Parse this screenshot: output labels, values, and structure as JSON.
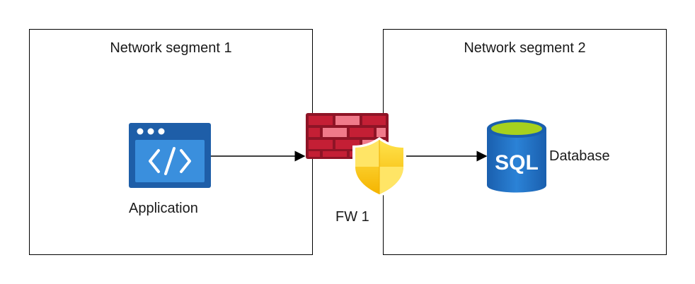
{
  "segments": {
    "left_title": "Network segment 1",
    "right_title": "Network segment 2"
  },
  "nodes": {
    "application": {
      "label": "Application",
      "icon": "application-code-window-icon"
    },
    "firewall": {
      "label": "FW 1",
      "icon": "firewall-shield-icon"
    },
    "database": {
      "label": "Database",
      "icon": "sql-database-icon",
      "icon_text": "SQL"
    }
  },
  "connections": [
    {
      "from": "Application",
      "to": "FW 1"
    },
    {
      "from": "FW 1",
      "to": "Database"
    }
  ],
  "colors": {
    "app_blue": "#1e5ea8",
    "app_inner": "#2f86d8",
    "brick_red": "#b01c2e",
    "brick_pink": "#f07a8a",
    "shield_yellow": "#ffd200",
    "db_blue": "#1f6fc0",
    "db_lime": "#a6d11e"
  }
}
